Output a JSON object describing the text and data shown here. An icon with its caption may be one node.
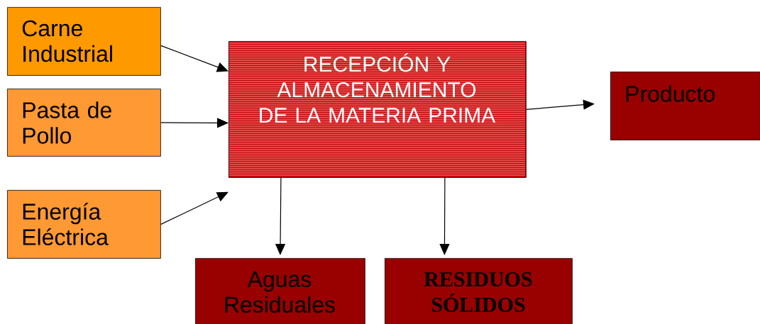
{
  "diagram": {
    "nodes": [
      {
        "text": [
          "Carne Industrial"
        ]
      },
      {
        "text": [
          "Pasta de Pollo"
        ]
      },
      {
        "text": [
          "Energía Eléctrica"
        ]
      },
      {
        "text": [
          "RECEPCIÓN Y ALMACENAMIENTO DE LA MATERIA PRIMA"
        ]
      },
      {
        "text": [
          "Producto"
        ]
      },
      {
        "text": [
          "Aguas Residuales"
        ]
      },
      {
        "text": [
          "RESIDUOS SÓLIDOS"
        ]
      }
    ],
    "edges": [
      {
        "from": 0,
        "to": 3,
        "arrow": "to"
      },
      {
        "from": 1,
        "to": 3,
        "arrow": "to"
      },
      {
        "from": 2,
        "to": 3,
        "arrow": "to"
      },
      {
        "from": 3,
        "to": 4,
        "arrow": "to"
      },
      {
        "from": 3,
        "to": 5,
        "arrow": "to"
      },
      {
        "from": 3,
        "to": 6,
        "arrow": "to"
      }
    ]
  }
}
